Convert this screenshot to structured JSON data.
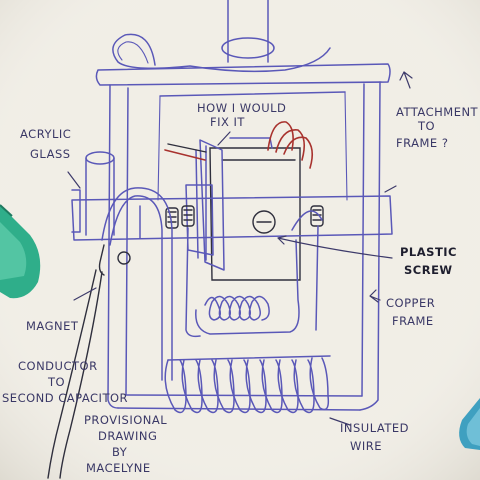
{
  "labels": {
    "how_i_would_fix": [
      "HOW I WOULD",
      "FIX IT"
    ],
    "attachment": [
      "ATTACHMENT",
      "TO",
      "FRAME ?"
    ],
    "acrylic_glass": [
      "ACRYLIC",
      "GLASS"
    ],
    "plastic_screw": [
      "PLASTIC",
      "SCREW"
    ],
    "copper_frame": [
      "COPPER",
      "FRAME"
    ],
    "magnet": "MAGNET",
    "conductor": [
      "CONDUCTOR",
      "TO",
      "SECOND CAPACITOR"
    ],
    "provisional": [
      "PROVISIONAL",
      "DRAWING",
      "BY",
      "MACELYNE"
    ],
    "insulated_wire": [
      "INSULATED",
      "WIRE"
    ]
  },
  "colors": {
    "paper": "#f1eee6",
    "ink_blue": "#5a58b8",
    "ink_dark": "#2f2f3d",
    "ink_red": "#a8322e",
    "marker_green": "#2fae8a",
    "marker_blue": "#3fa0c0"
  }
}
